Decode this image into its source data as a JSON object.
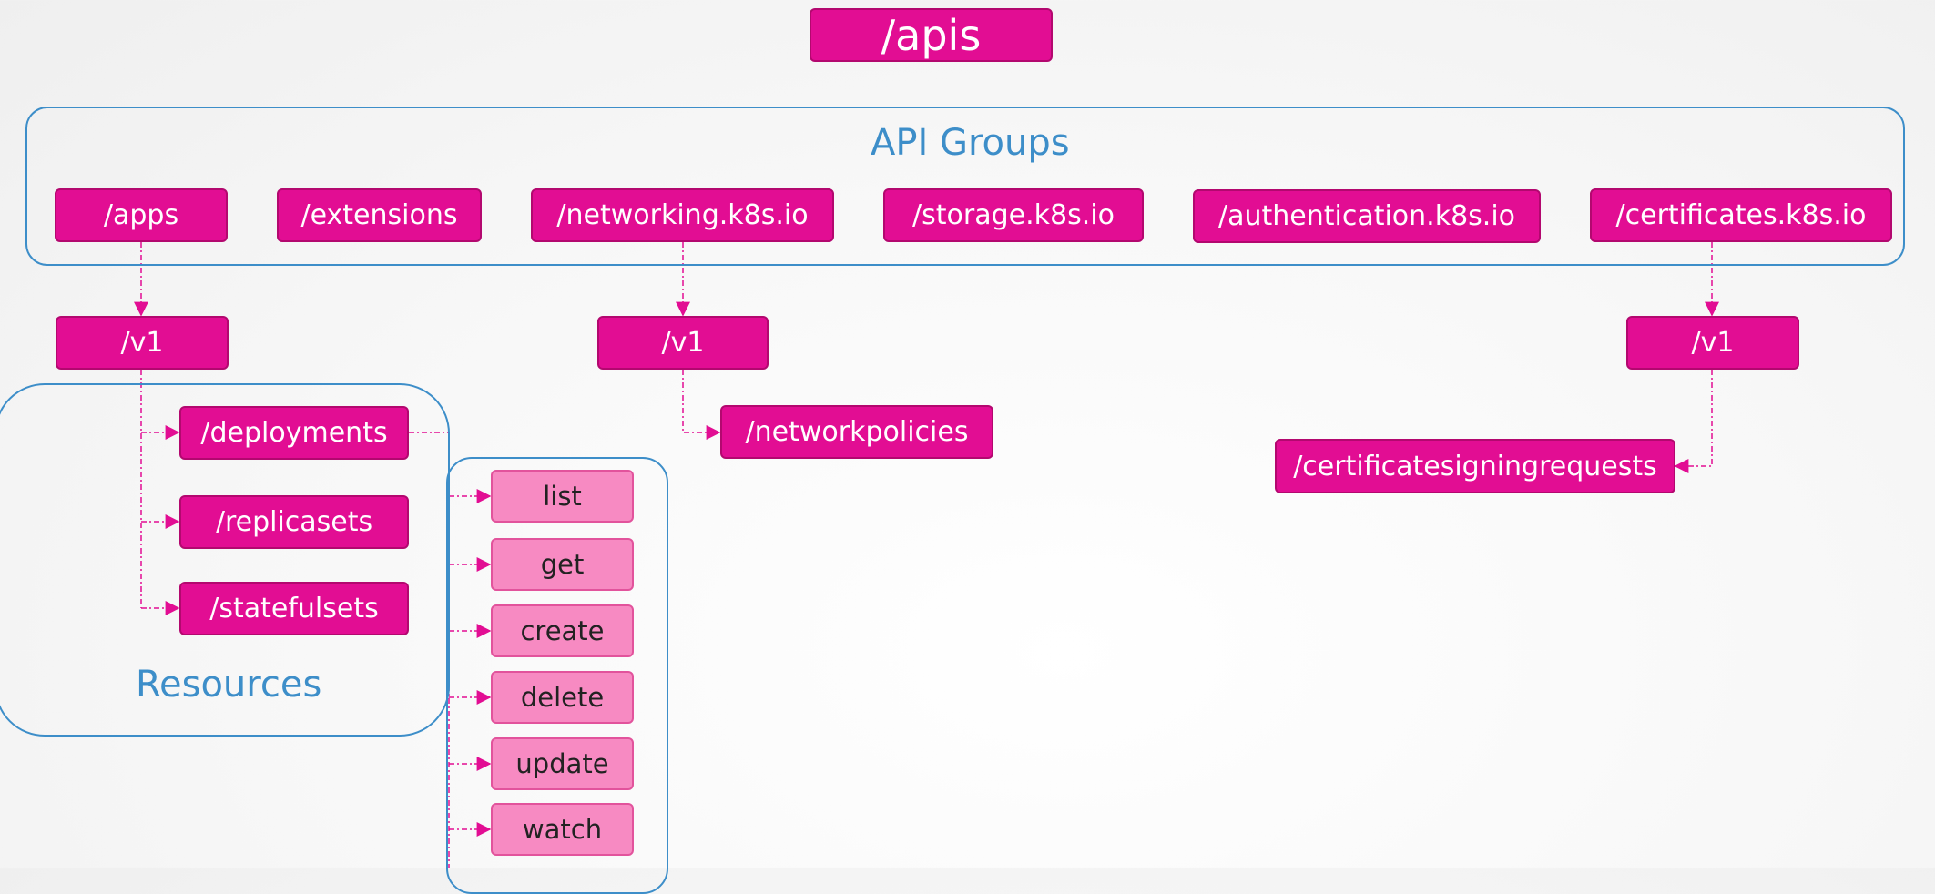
{
  "root": {
    "label": "/apis"
  },
  "api_groups": {
    "title": "API Groups",
    "items": [
      {
        "label": "/apps"
      },
      {
        "label": "/extensions"
      },
      {
        "label": "/networking.k8s.io"
      },
      {
        "label": "/storage.k8s.io"
      },
      {
        "label": "/authentication.k8s.io"
      },
      {
        "label": "/certificates.k8s.io"
      }
    ]
  },
  "versions": {
    "apps": "/v1",
    "networking": "/v1",
    "certificates": "/v1"
  },
  "resources": {
    "title": "Resources",
    "apps": [
      "/deployments",
      "/replicasets",
      "/statefulsets"
    ],
    "networking": [
      "/networkpolicies"
    ],
    "certificates": [
      "/certificatesigningrequests"
    ]
  },
  "verbs": [
    "list",
    "get",
    "create",
    "delete",
    "update",
    "watch"
  ],
  "colors": {
    "node_fill": "#e20d93",
    "verb_fill": "#f78ac2",
    "box_stroke": "#3d8ec9",
    "connector": "#e20d93"
  }
}
